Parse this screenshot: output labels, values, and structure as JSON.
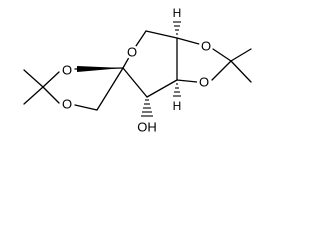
{
  "molecule": {
    "atoms": {
      "ring_oxygen": "O",
      "dioxolane_left_o_top": "O",
      "dioxolane_left_o_bottom": "O",
      "dioxolane_right_o_top": "O",
      "dioxolane_right_o_bottom": "O",
      "hydroxyl": "OH",
      "h_upper": "H",
      "h_lower": "H"
    }
  }
}
